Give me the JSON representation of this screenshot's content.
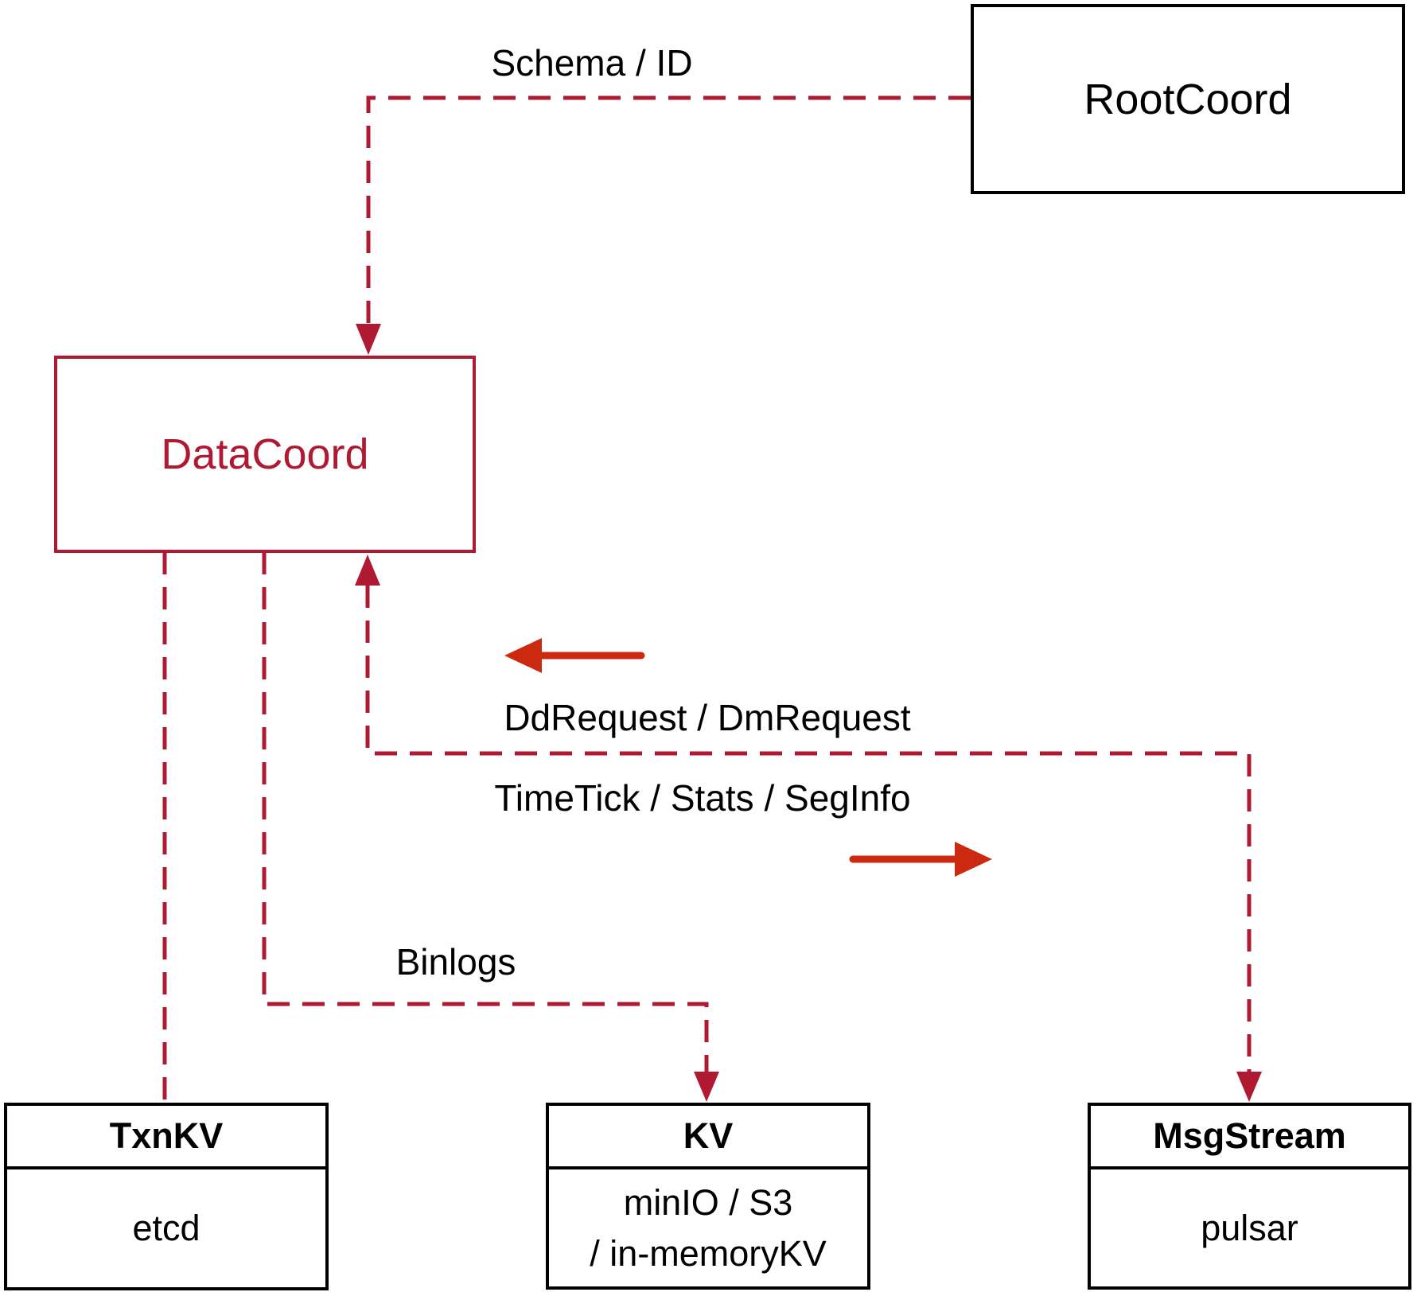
{
  "nodes": {
    "rootcoord": {
      "label": "RootCoord"
    },
    "datacoord": {
      "label": "DataCoord"
    },
    "txnkv": {
      "title": "TxnKV",
      "body": "etcd"
    },
    "kv": {
      "title": "KV",
      "body_line1": "minIO / S3",
      "body_line2": "/ in-memoryKV"
    },
    "msgstream": {
      "title": "MsgStream",
      "body": "pulsar"
    }
  },
  "edges": {
    "schema_id": {
      "label": "Schema / ID",
      "from": "RootCoord",
      "to": "DataCoord",
      "style": "dashed-arrow"
    },
    "dd_request": {
      "label": "DdRequest / DmRequest",
      "direction": "left"
    },
    "time_tick": {
      "label": "TimeTick / Stats / SegInfo",
      "direction": "right"
    },
    "binlogs": {
      "label": "Binlogs",
      "from": "DataCoord",
      "to": "KV",
      "style": "dashed-arrow"
    },
    "txnkv_link": {
      "from": "DataCoord",
      "to": "TxnKV",
      "style": "dashed"
    },
    "msgstream_link": {
      "from": "DataCoord",
      "to": "MsgStream",
      "style": "dashed-arrow-both-ends"
    }
  },
  "colors": {
    "connector_red": "#AF1931",
    "direction_arrow_red": "#CB2A10",
    "box_border": "#000000",
    "background": "#ffffff"
  }
}
